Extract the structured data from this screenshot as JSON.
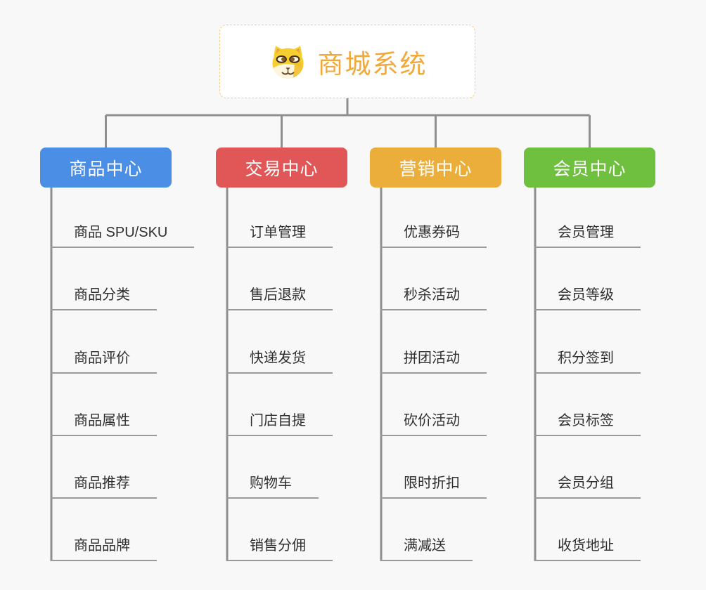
{
  "root": {
    "title": "商城系统",
    "icon": "shiba-dog-icon",
    "text_color": "#F0A93A",
    "border_color": "#F5CB84",
    "background": "#FFFFFF"
  },
  "colors": {
    "connector": "#8F8F8F",
    "leaf_underline": "#9A9A9A",
    "leaf_text": "#2E2E2E",
    "canvas_background": "#F8F8F8"
  },
  "branches": [
    {
      "label": "商品中心",
      "color": "#4A8EE6",
      "items": [
        "商品 SPU/SKU",
        "商品分类",
        "商品评价",
        "商品属性",
        "商品推荐",
        "商品品牌"
      ]
    },
    {
      "label": "交易中心",
      "color": "#E15757",
      "items": [
        "订单管理",
        "售后退款",
        "快递发货",
        "门店自提",
        "购物车",
        "销售分佣"
      ]
    },
    {
      "label": "营销中心",
      "color": "#ECAE3B",
      "items": [
        "优惠券码",
        "秒杀活动",
        "拼团活动",
        "砍价活动",
        "限时折扣",
        "满减送"
      ]
    },
    {
      "label": "会员中心",
      "color": "#6EC03E",
      "items": [
        "会员管理",
        "会员等级",
        "积分签到",
        "会员标签",
        "会员分组",
        "收货地址"
      ]
    }
  ]
}
